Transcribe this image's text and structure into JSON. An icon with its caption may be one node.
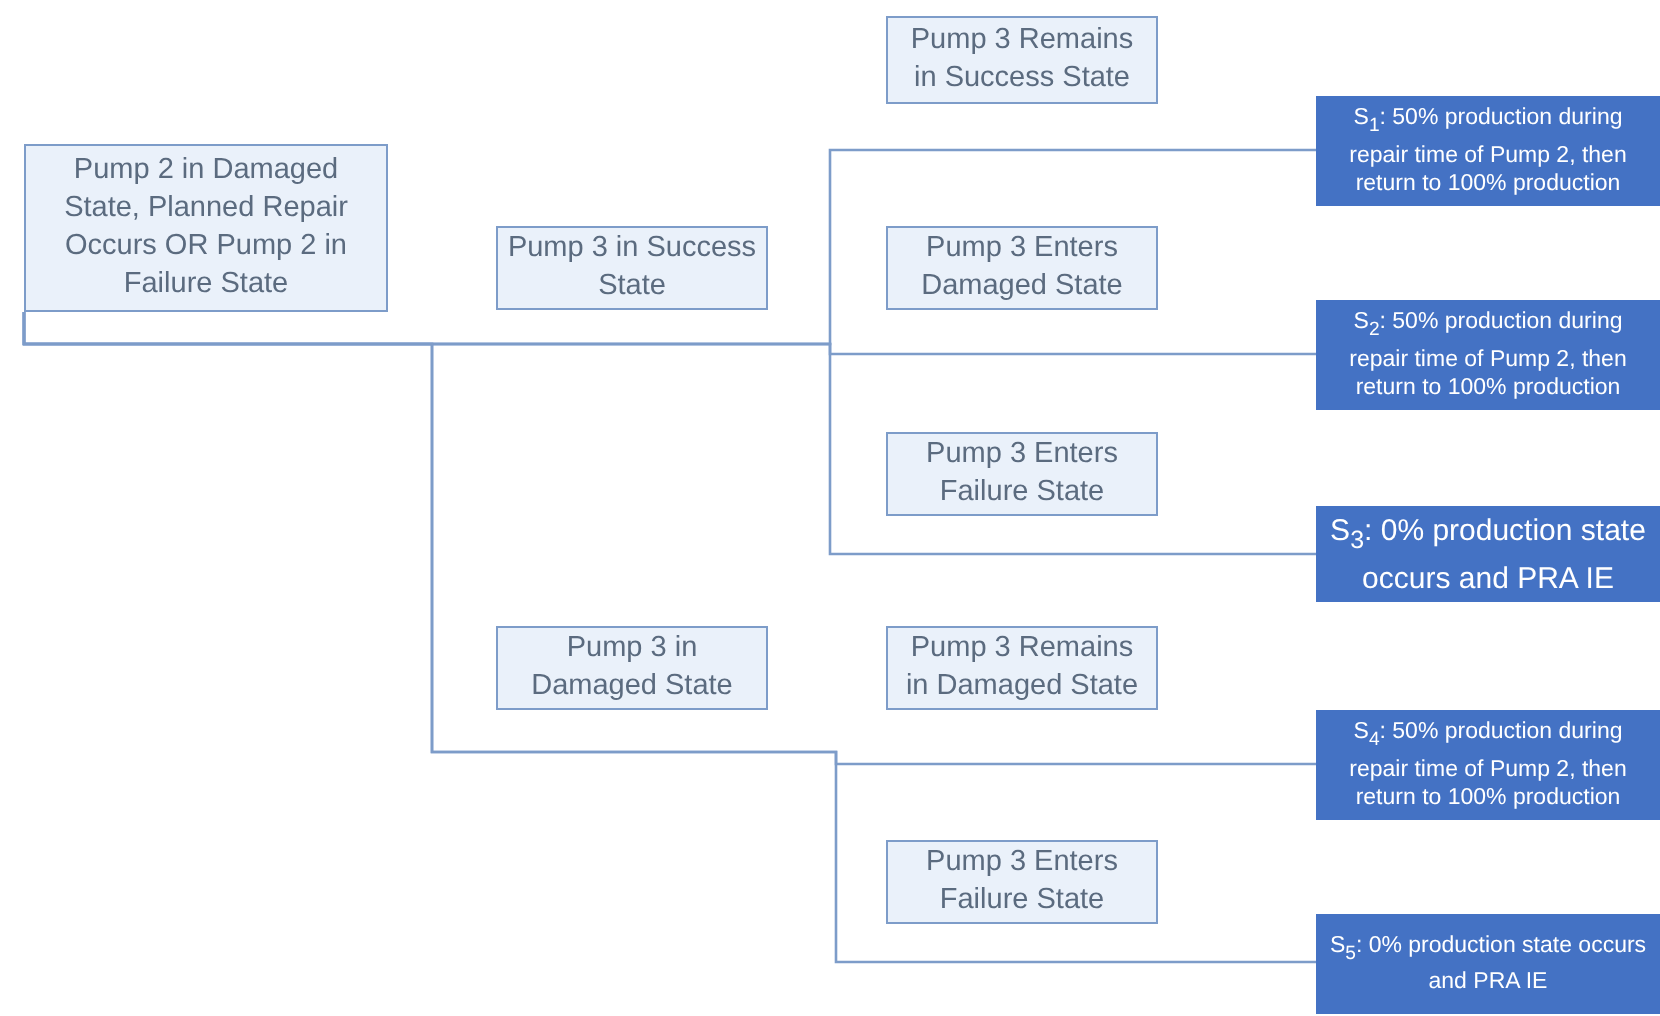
{
  "diagram": {
    "nodes": [
      {
        "text": [
          "Pump 2 in Damaged State, Planned Repair Occurs OR Pump 2 in Failure State"
        ]
      },
      {
        "text": [
          "Pump 3 in Success State"
        ]
      },
      {
        "text": [
          "Pump 3 in Damaged State"
        ]
      },
      {
        "text": [
          "Pump 3 Remains in Success State"
        ]
      },
      {
        "text": [
          "Pump 3 Enters Damaged State"
        ]
      },
      {
        "text": [
          "Pump 3 Enters Failure State"
        ]
      },
      {
        "text": [
          "Pump 3 Remains in Damaged State"
        ]
      },
      {
        "text": [
          "Pump 3 Enters Failure State"
        ]
      },
      {
        "text": [
          "S$_{1}$: 50% production during repair time of Pump 2, then return to 100% production"
        ]
      },
      {
        "text": [
          "S$_{2}$: 50% production during repair time of Pump 2, then return to 100% production"
        ]
      },
      {
        "text": [
          "S$_{3}$: 0% production state occurs and PRA IE"
        ]
      },
      {
        "text": [
          "S$_{4}$: 50% production during repair time of Pump 2, then return to 100% production"
        ]
      },
      {
        "text": [
          "S$_{5}$: 0% production state occurs and PRA IE"
        ]
      }
    ],
    "edges": [
      {
        "from": 0,
        "to": 8,
        "arrow": "none"
      },
      {
        "from": 0,
        "to": 9,
        "arrow": "none"
      },
      {
        "from": 0,
        "to": 10,
        "arrow": "none"
      },
      {
        "from": 0,
        "to": 11,
        "arrow": "none"
      },
      {
        "from": 0,
        "to": 12,
        "arrow": "none"
      }
    ]
  }
}
